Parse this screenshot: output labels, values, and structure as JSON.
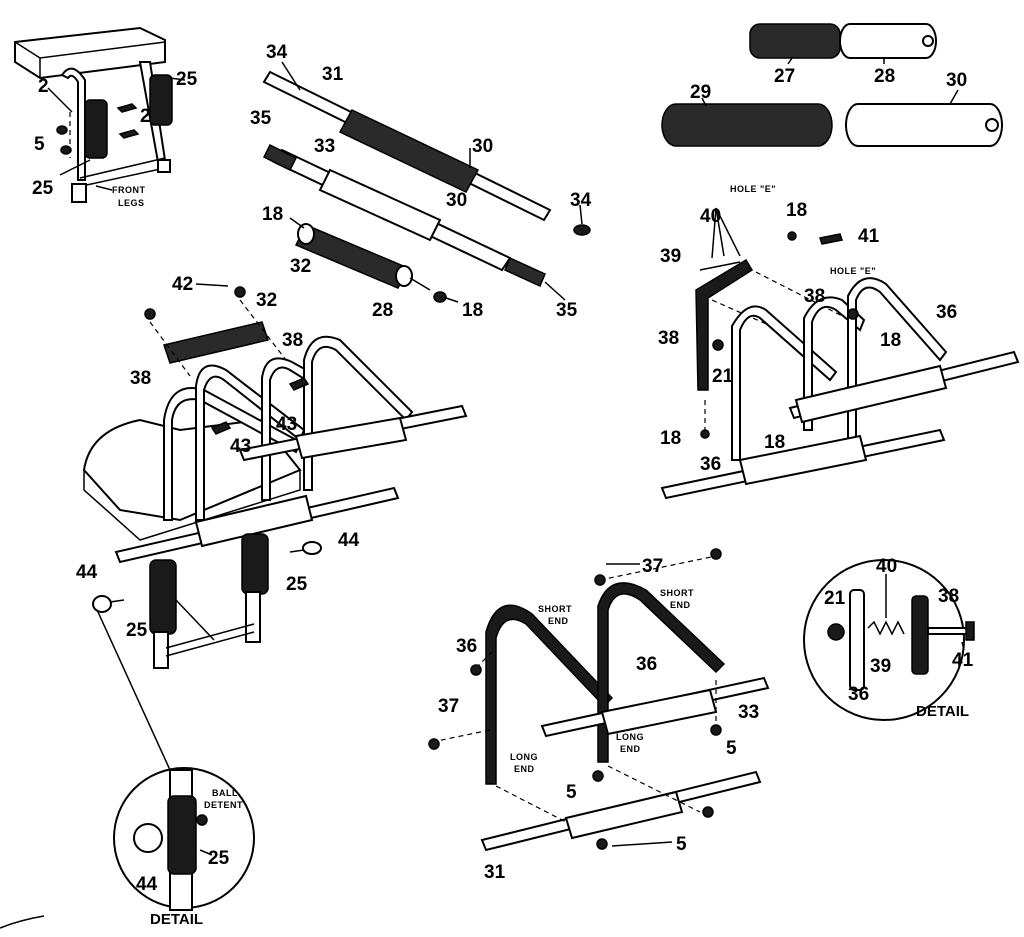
{
  "labels": {
    "tl_2a": "2",
    "tl_25a": "25",
    "tl_2b": "2",
    "tl_5": "5",
    "tl_25b": "25",
    "front_legs_1": "FRONT",
    "front_legs_2": "LEGS",
    "p34a": "34",
    "p31": "31",
    "p35a": "35",
    "p33": "33",
    "p30a": "30",
    "p30b": "30",
    "p34b": "34",
    "p18a": "18",
    "p32a": "32",
    "p28a": "28",
    "p18b": "18",
    "p35b": "35",
    "p27": "27",
    "p28b": "28",
    "p29": "29",
    "p30c": "30",
    "hole_e_1": "HOLE \"E\"",
    "hole_e_2": "HOLE \"E\"",
    "p40a": "40",
    "p18c": "18",
    "p41a": "41",
    "p39a": "39",
    "p38a": "38",
    "p36a": "36",
    "p38b": "38",
    "p18d": "18",
    "p21a": "21",
    "p18e": "18",
    "p18f": "18",
    "p36b": "36",
    "p42": "42",
    "p32b": "32",
    "p38c": "38",
    "p38d": "38",
    "p43a": "43",
    "p43b": "43",
    "p44a": "44",
    "p25a": "25",
    "p44b": "44",
    "p25b": "25",
    "ball_detent_1": "BALL",
    "ball_detent_2": "DETENT",
    "p25c": "25",
    "p44c": "44",
    "detail_left": "DETAIL",
    "p37a": "37",
    "short_end_a1": "SHORT",
    "short_end_a2": "END",
    "short_end_b1": "SHORT",
    "short_end_b2": "END",
    "p36c": "36",
    "p36d": "36",
    "p33b": "33",
    "p37b": "37",
    "long_end_a1": "LONG",
    "long_end_a2": "END",
    "long_end_b1": "LONG",
    "long_end_b2": "END",
    "p5a": "5",
    "p5b": "5",
    "p5c": "5",
    "p31b": "31",
    "p40b": "40",
    "p21b": "21",
    "p38e": "38",
    "p39b": "39",
    "p41b": "41",
    "p36e": "36",
    "detail_right": "DETAIL"
  }
}
